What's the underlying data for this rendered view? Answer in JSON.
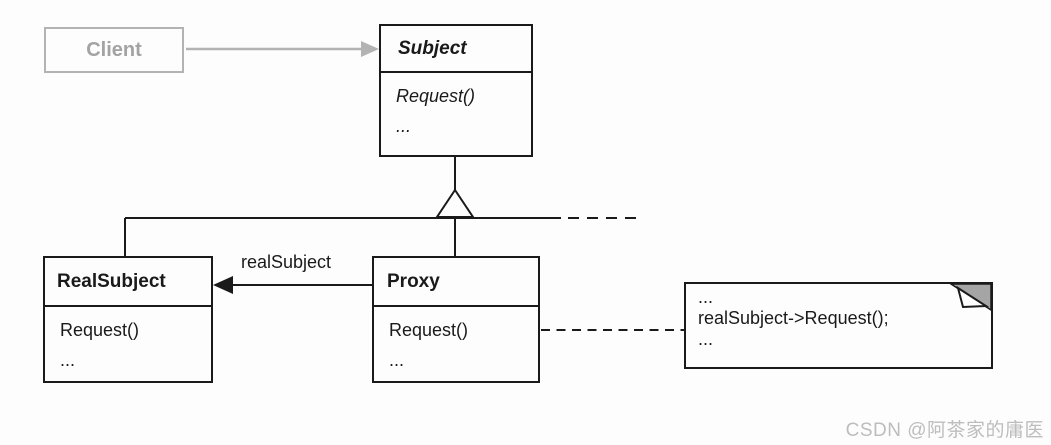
{
  "diagram_type": "uml-class-diagram-proxy-pattern",
  "colors": {
    "line": "#1a1a1a",
    "muted": "#b3b3b3",
    "muted_text": "#a3a3a3",
    "note_fold": "#a5a5a5",
    "watermark": "#bdbdbd",
    "background": "#fdfdfd"
  },
  "classes": {
    "client": {
      "name": "Client"
    },
    "subject": {
      "name": "Subject",
      "members": [
        "Request()",
        "..."
      ]
    },
    "real_subject": {
      "name": "RealSubject",
      "members": [
        "Request()",
        "..."
      ]
    },
    "proxy": {
      "name": "Proxy",
      "members": [
        "Request()",
        "..."
      ]
    }
  },
  "relations": {
    "proxy_to_real_subject_label": "realSubject"
  },
  "note": {
    "lines": [
      "...",
      "realSubject->Request();",
      "..."
    ]
  },
  "watermark": "CSDN @阿茶家的庸医"
}
